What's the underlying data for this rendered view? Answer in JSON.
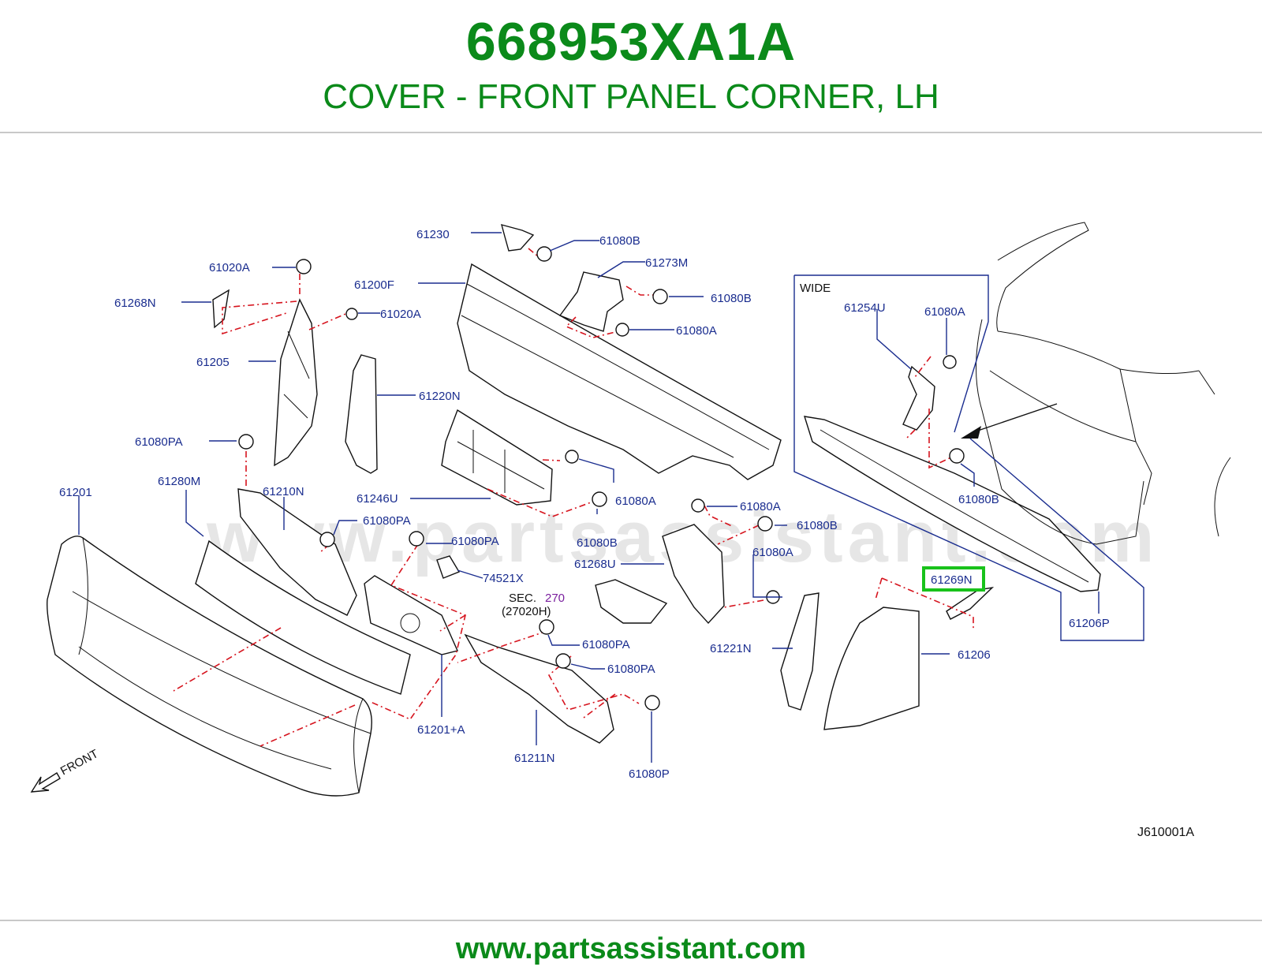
{
  "header": {
    "part_number": "668953XA1A",
    "description": "COVER - FRONT PANEL CORNER, LH"
  },
  "footer": {
    "url": "www.partsassistant.com"
  },
  "watermark": "www.partsassistant.com",
  "colors": {
    "brand_green": "#0b8a1a",
    "label_blue": "#1a2d8f",
    "dash_red": "#d6141e",
    "highlight_green": "#19c21b"
  },
  "diagram": {
    "code": "J610001A",
    "front_label": "FRONT",
    "wide_label": "WIDE",
    "sec_label": "SEC.",
    "sec_number": "270",
    "sec_sub": "(27020H)",
    "highlighted": "61269N",
    "labels": {
      "l61230": "61230",
      "l61080B_1": "61080B",
      "l61273M": "61273M",
      "l61020A_1": "61020A",
      "l61200F": "61200F",
      "l61080B_2": "61080B",
      "l61268N": "61268N",
      "l61020A_2": "61020A",
      "l61080A_1": "61080A",
      "l61205": "61205",
      "l61220N": "61220N",
      "l61080PA_1": "61080PA",
      "l61201": "61201",
      "l61280M": "61280M",
      "l61210N": "61210N",
      "l61246U": "61246U",
      "l61080A_2": "61080A",
      "l61080PA_2": "61080PA",
      "l61080PA_3": "61080PA",
      "l61080B_3": "61080B",
      "l61080A_3": "61080A",
      "l61080B_4": "61080B",
      "l74521X": "74521X",
      "l61268U": "61268U",
      "l61080A_4": "61080A",
      "l61080PA_4": "61080PA",
      "l61080PA_5": "61080PA",
      "l61221N": "61221N",
      "l61201A": "61201+A",
      "l61211N": "61211N",
      "l61080P": "61080P",
      "l61254U": "61254U",
      "l61080A_5": "61080A",
      "l61080B_5": "61080B",
      "l61206P": "61206P",
      "l61206": "61206"
    }
  }
}
